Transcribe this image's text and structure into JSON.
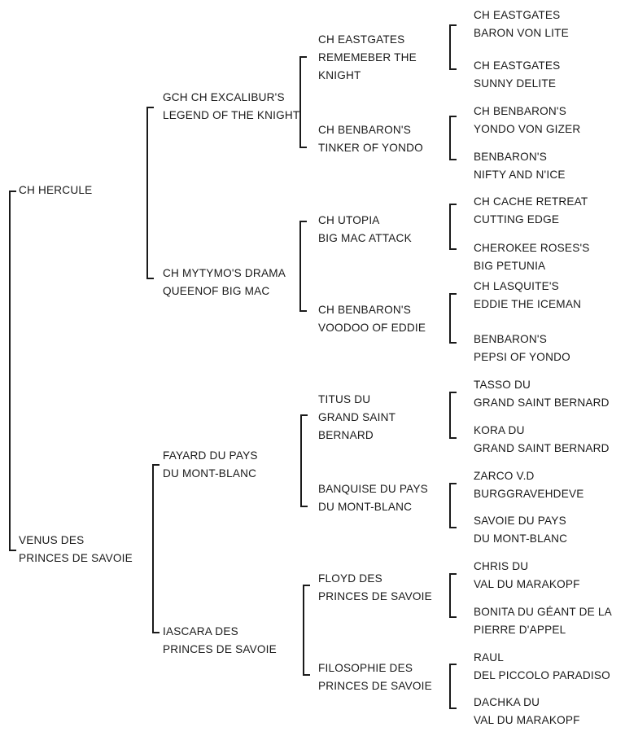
{
  "pedigree": {
    "sire": {
      "lines": [
        "CH HERCULE"
      ]
    },
    "dam": {
      "lines": [
        "VENUS DES",
        "PRINCES DE SAVOIE"
      ]
    },
    "ss": {
      "lines": [
        "GCH CH EXCALIBUR'S",
        "LEGEND OF THE KNIGHT"
      ]
    },
    "sd": {
      "lines": [
        "CH MYTYMO'S DRAMA",
        "QUEENOF BIG MAC"
      ]
    },
    "ds": {
      "lines": [
        "FAYARD DU PAYS",
        "DU MONT-BLANC"
      ]
    },
    "dd": {
      "lines": [
        "IASCARA DES",
        "PRINCES DE SAVOIE"
      ]
    },
    "sss": {
      "lines": [
        "CH EASTGATES",
        "REMEMEBER THE",
        "KNIGHT"
      ]
    },
    "ssd": {
      "lines": [
        "CH BENBARON'S",
        "TINKER OF YONDO"
      ]
    },
    "sds": {
      "lines": [
        "CH UTOPIA",
        "BIG MAC ATTACK"
      ]
    },
    "sdd": {
      "lines": [
        "CH BENBARON'S",
        "VOODOO OF EDDIE"
      ]
    },
    "dss": {
      "lines": [
        "TITUS DU",
        "GRAND SAINT",
        "BERNARD"
      ]
    },
    "dsd": {
      "lines": [
        "BANQUISE DU PAYS",
        "DU MONT-BLANC"
      ]
    },
    "dds": {
      "lines": [
        "FLOYD DES",
        "PRINCES DE SAVOIE"
      ]
    },
    "ddd": {
      "lines": [
        "FILOSOPHIE DES",
        "PRINCES DE SAVOIE"
      ]
    },
    "ssss": {
      "lines": [
        "CH EASTGATES",
        "BARON VON LITE"
      ]
    },
    "sssd": {
      "lines": [
        "CH EASTGATES",
        "SUNNY DELITE"
      ]
    },
    "ssds": {
      "lines": [
        "CH BENBARON'S",
        "YONDO VON GIZER"
      ]
    },
    "ssdd": {
      "lines": [
        "BENBARON'S",
        "NIFTY AND N'ICE"
      ]
    },
    "sdss": {
      "lines": [
        "CH CACHE RETREAT",
        "CUTTING EDGE"
      ]
    },
    "sdsd": {
      "lines": [
        "CHEROKEE ROSES'S",
        "BIG PETUNIA"
      ]
    },
    "sdds": {
      "lines": [
        "CH LASQUITE'S",
        "EDDIE THE ICEMAN"
      ]
    },
    "sddd": {
      "lines": [
        "BENBARON'S",
        "PEPSI OF YONDO"
      ]
    },
    "dsss": {
      "lines": [
        "TASSO DU",
        "GRAND SAINT BERNARD"
      ]
    },
    "dssd": {
      "lines": [
        "KORA DU",
        "GRAND SAINT BERNARD"
      ]
    },
    "dsds": {
      "lines": [
        "ZARCO V.D",
        "BURGGRAVEHDEVE"
      ]
    },
    "dsdd": {
      "lines": [
        "SAVOIE DU PAYS",
        "DU MONT-BLANC"
      ]
    },
    "ddss": {
      "lines": [
        "CHRIS DU",
        "VAL DU MARAKOPF"
      ]
    },
    "ddsd": {
      "lines": [
        "BONITA DU GÉANT DE LA",
        "PIERRE D'APPEL"
      ]
    },
    "ddds": {
      "lines": [
        "RAUL",
        "DEL PICCOLO PARADISO"
      ]
    },
    "dddd": {
      "lines": [
        "DACHKA DU",
        "VAL DU MARAKOPF"
      ]
    }
  }
}
